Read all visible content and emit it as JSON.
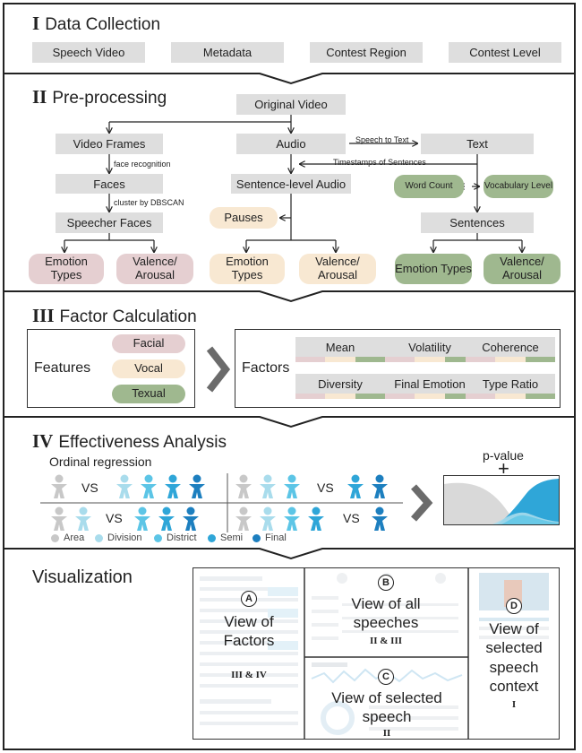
{
  "colors": {
    "pink": "#e5cfd1",
    "cream": "#f8e8d2",
    "green": "#9fb88f",
    "gray_box": "#dedede",
    "area": "#c8c8c8",
    "division": "#a9dcec",
    "district": "#5cc5e6",
    "semi": "#2fa6d8",
    "final": "#1d7fbf"
  },
  "section1": {
    "roman": "I",
    "title": "Data Collection",
    "items": [
      "Speech Video",
      "Metadata",
      "Contest Region",
      "Contest Level"
    ]
  },
  "section2": {
    "roman": "II",
    "title": "Pre-processing",
    "original_video": "Original Video",
    "video_frames": "Video Frames",
    "face_recognition": "face recognition",
    "faces": "Faces",
    "cluster": "cluster by DBSCAN",
    "speecher_faces": "Speecher Faces",
    "audio": "Audio",
    "speech_to_text": "Speech to Text",
    "text": "Text",
    "timestamps": "Timestamps of Sentences",
    "sentence_audio": "Sentence-level Audio",
    "pauses": "Pauses",
    "word_count": "Word Count",
    "vocab_level": "Vocabulary Level",
    "sentences": "Sentences",
    "emotion_types": "Emotion Types",
    "valence_arousal": "Valence/ Arousal"
  },
  "section3": {
    "roman": "III",
    "title": "Factor Calculation",
    "features_label": "Features",
    "features": [
      "Facial",
      "Vocal",
      "Texual"
    ],
    "factors_label": "Factors",
    "factors": [
      "Mean",
      "Volatility",
      "Coherence",
      "Diversity",
      "Final Emotion",
      "Type Ratio"
    ]
  },
  "section4": {
    "roman": "IV",
    "title": "Effectiveness Analysis",
    "subtitle": "Ordinal regression",
    "vs": "VS",
    "pvalue": "p-value",
    "plus": "+",
    "legend": [
      "Area",
      "Division",
      "District",
      "Semi",
      "Final"
    ]
  },
  "section5": {
    "title": "Visualization",
    "views": [
      {
        "badge": "A",
        "title": "View of Factors",
        "roman": "III & IV"
      },
      {
        "badge": "B",
        "title": "View of all speeches",
        "roman": "II & III"
      },
      {
        "badge": "C",
        "title": "View of selected speech",
        "roman": "II"
      },
      {
        "badge": "D",
        "title": "View of selected speech context",
        "roman": "I"
      }
    ]
  }
}
